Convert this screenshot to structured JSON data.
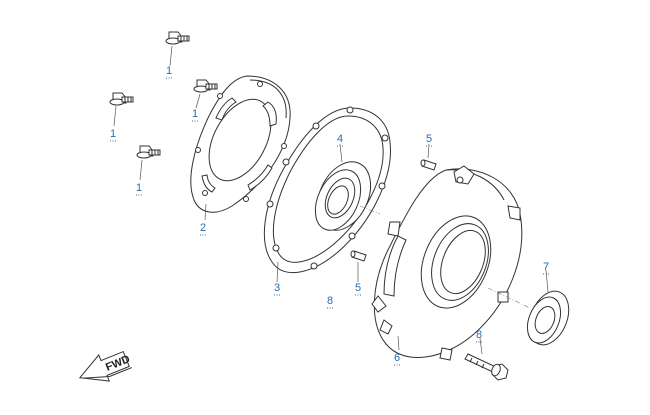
{
  "callouts": [
    {
      "id": "c1a",
      "text": "1"
    },
    {
      "id": "c1b",
      "text": "1"
    },
    {
      "id": "c1c",
      "text": "1"
    },
    {
      "id": "c1d",
      "text": "1"
    },
    {
      "id": "c2",
      "text": "2"
    },
    {
      "id": "c3",
      "text": "3"
    },
    {
      "id": "c4",
      "text": "4"
    },
    {
      "id": "c5a",
      "text": "5"
    },
    {
      "id": "c5b",
      "text": "5"
    },
    {
      "id": "c6",
      "text": "6"
    },
    {
      "id": "c7",
      "text": "7"
    },
    {
      "id": "c8a",
      "text": "8"
    },
    {
      "id": "c8b",
      "text": "8"
    }
  ],
  "direction_marker": {
    "text": "FWD"
  },
  "colors": {
    "callout": "#2a6db0",
    "line": "#333333"
  }
}
